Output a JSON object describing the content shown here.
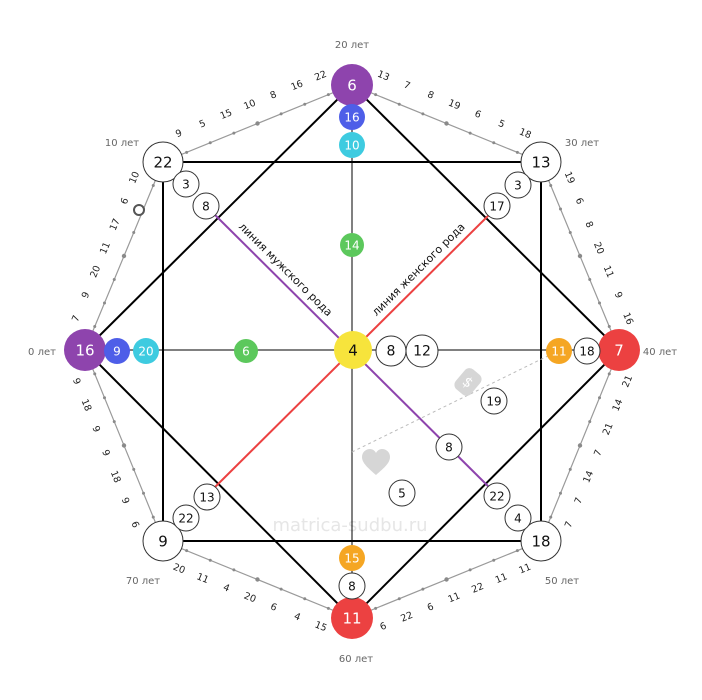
{
  "ages": {
    "a0": "0 лет",
    "a10": "10 лет",
    "a20": "20 лет",
    "a30": "30 лет",
    "a40": "40 лет",
    "a50": "50 лет",
    "a60": "60 лет",
    "a70": "70 лет"
  },
  "lines": {
    "male": "линия мужского рода",
    "female": "линия женского рода"
  },
  "watermark": "matrica-sudbu.ru",
  "colors": {
    "purple": "#8e44ad",
    "blue": "#4e5ee8",
    "cyan": "#3ecbe0",
    "green": "#5cc85c",
    "yellow": "#f7e43c",
    "orange": "#f5a623",
    "red": "#ec4141",
    "male_line": "#8e44ad",
    "female_line": "#ec4141"
  },
  "nodes": {
    "top": "6",
    "top2": "16",
    "top3": "10",
    "top_center": "14",
    "left": "16",
    "left2": "9",
    "left3": "20",
    "left_center": "6",
    "center": "4",
    "center_r1": "8",
    "center_r2": "12",
    "right": "7",
    "right2": "18",
    "right3": "11",
    "bottom": "11",
    "bottom2": "8",
    "bottom3": "15",
    "tl": "22",
    "tl2": "3",
    "tl3": "8",
    "tr": "13",
    "tr2": "3",
    "tr3": "17",
    "br": "18",
    "br2": "4",
    "br3": "22",
    "br_mid": "8",
    "br_money": "19",
    "bl": "9",
    "bl2": "22",
    "bl3": "13",
    "heart_val": "5"
  },
  "outer_numbers": {
    "top_left_arc": [
      "9",
      "5",
      "15",
      "10",
      "8",
      "16",
      "22"
    ],
    "top_right_arc": [
      "13",
      "7",
      "8",
      "19",
      "6",
      "5",
      "18"
    ],
    "right_top_arc": [
      "19",
      "6",
      "8",
      "20",
      "11",
      "9",
      "16"
    ],
    "right_bottom_arc": [
      "21",
      "14",
      "21",
      "7",
      "14",
      "7",
      "7"
    ],
    "bottom_right_arc": [
      "11",
      "11",
      "22",
      "11",
      "6",
      "22",
      "6"
    ],
    "bottom_left_arc": [
      "15",
      "4",
      "6",
      "20",
      "4",
      "11",
      "20"
    ],
    "left_bottom_arc": [
      "6",
      "9",
      "18",
      "9",
      "9",
      "18",
      "9"
    ],
    "left_top_arc": [
      "7",
      "9",
      "20",
      "11",
      "17",
      "6",
      "10"
    ]
  }
}
